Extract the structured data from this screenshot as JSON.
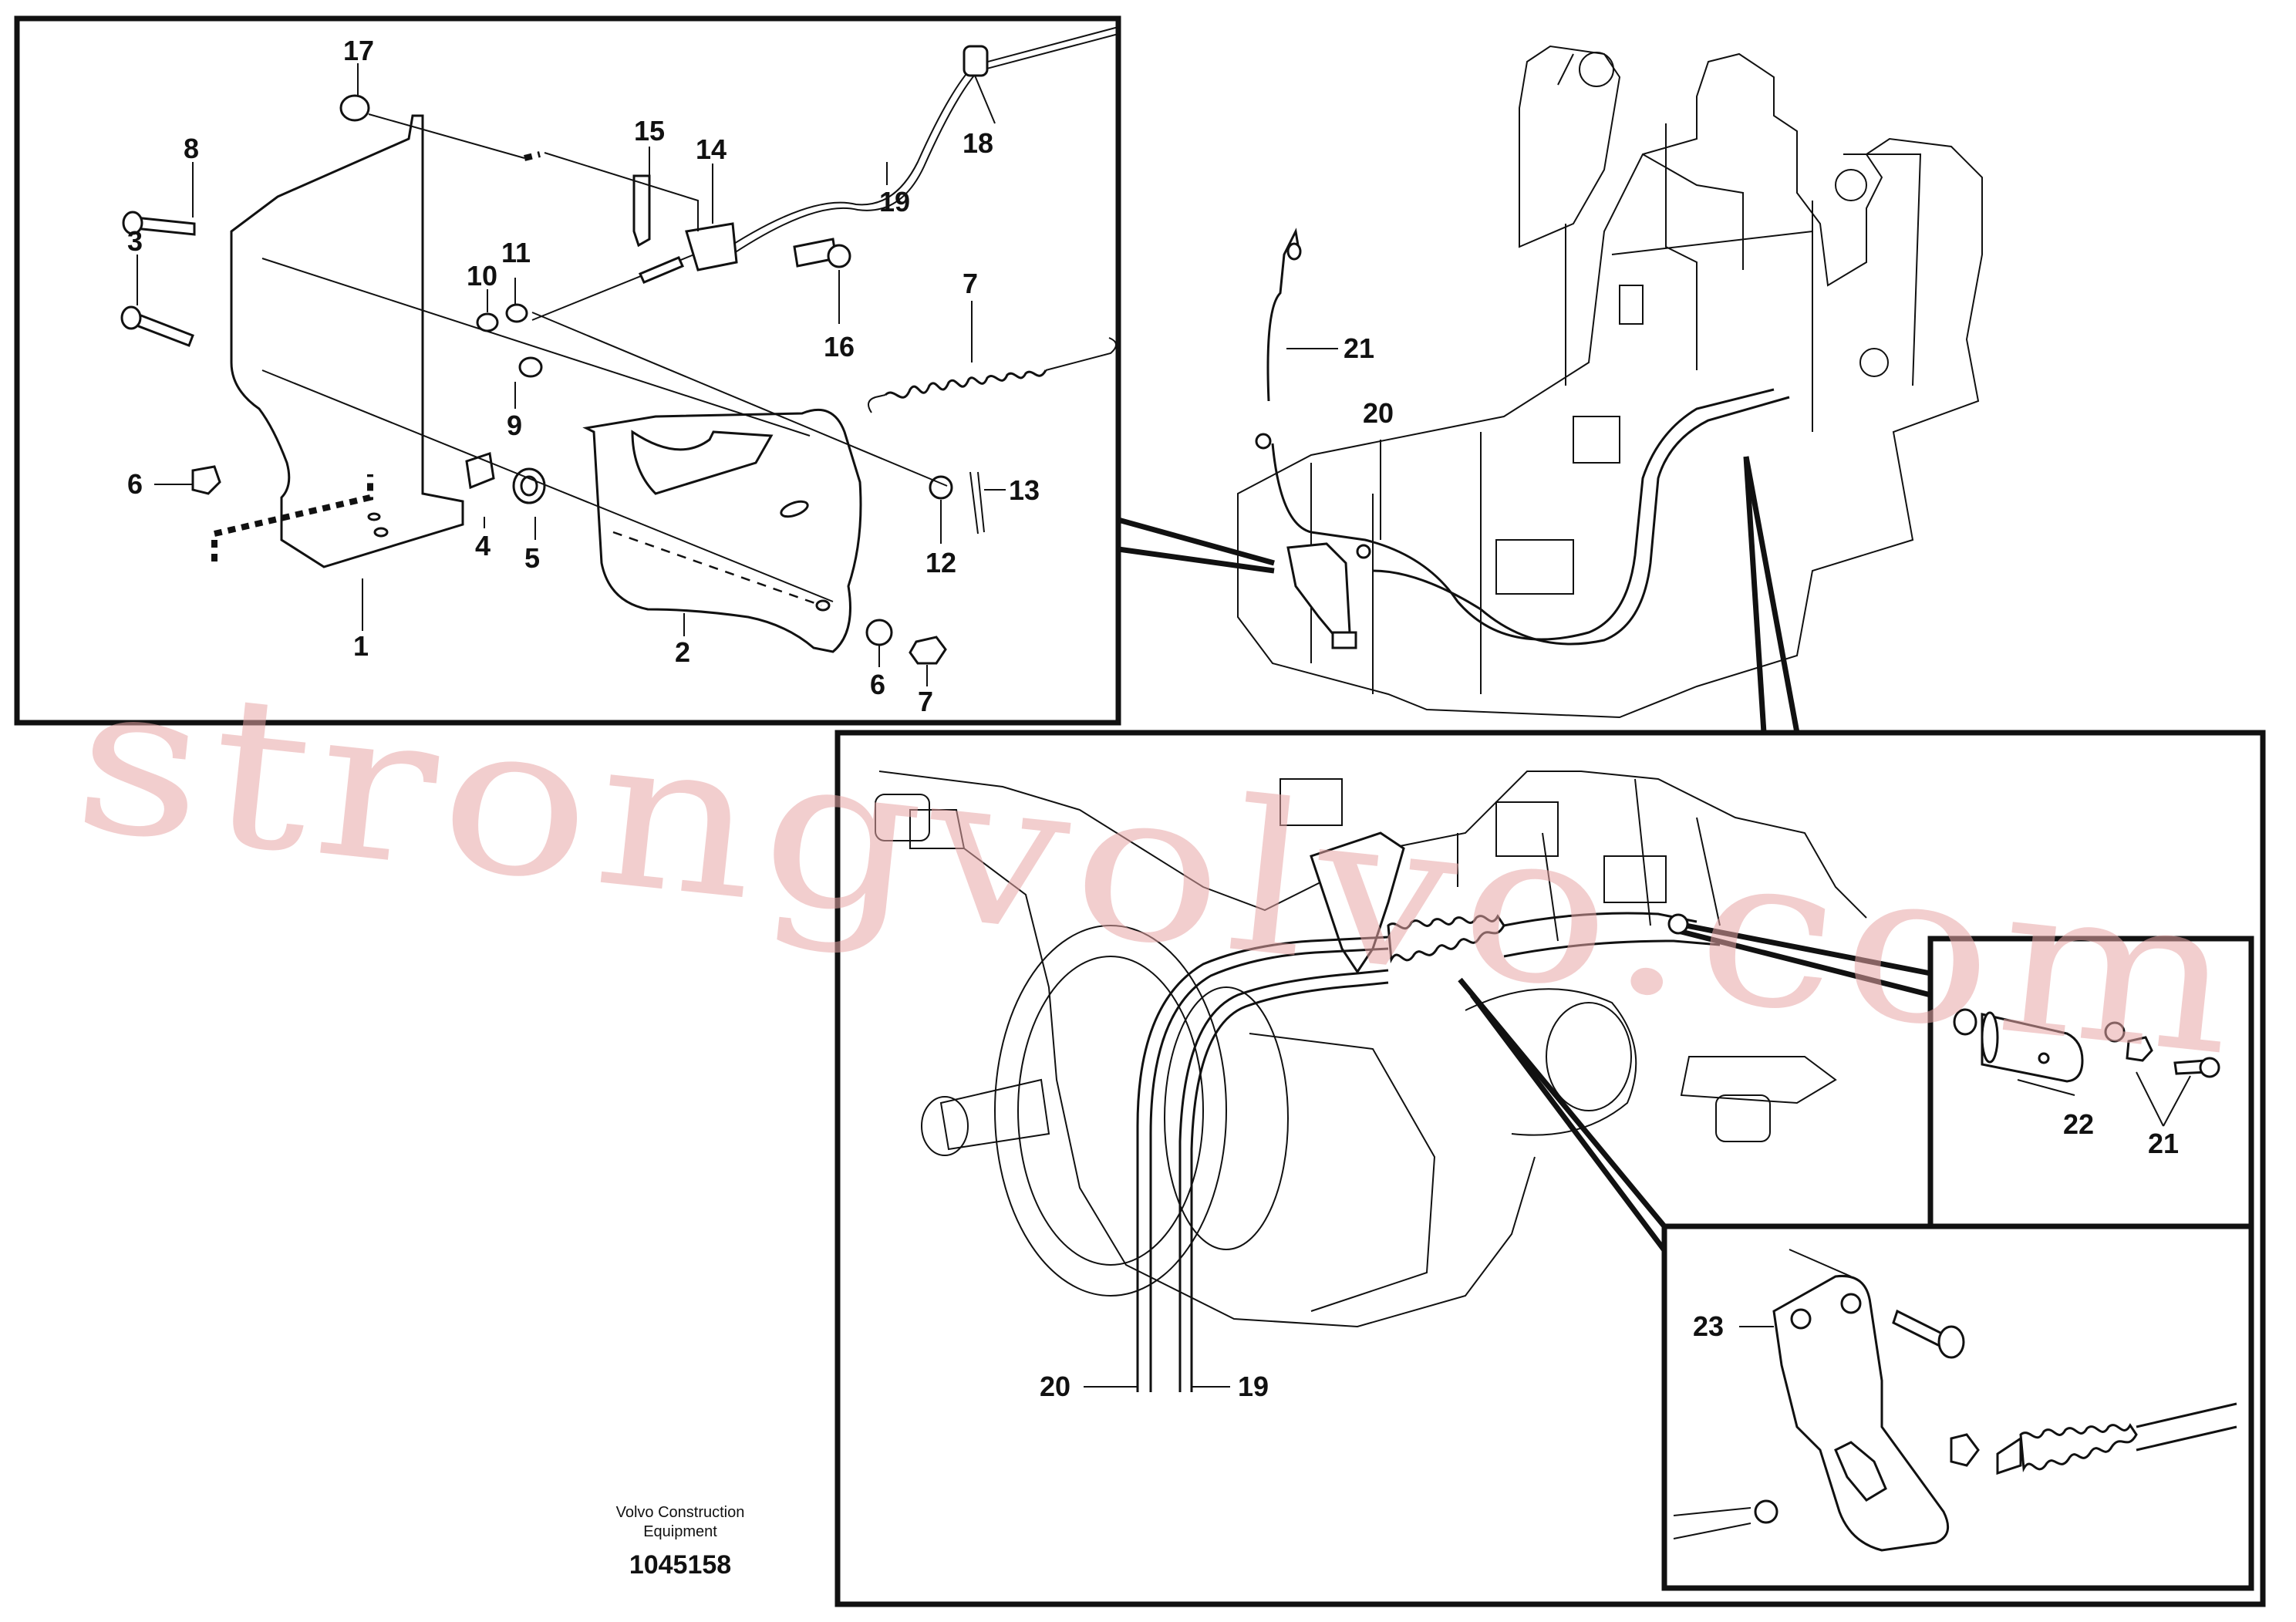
{
  "callouts": {
    "c1": "1",
    "c2": "2",
    "c3": "3",
    "c4": "4",
    "c5": "5",
    "c6a": "6",
    "c6b": "6",
    "c7a": "7",
    "c7b": "7",
    "c8": "8",
    "c9": "9",
    "c10": "10",
    "c11": "11",
    "c12": "12",
    "c13": "13",
    "c14": "14",
    "c15": "15",
    "c16": "16",
    "c17": "17",
    "c18": "18",
    "c19a": "19",
    "c19b": "19",
    "c20a": "20",
    "c20b": "20",
    "c21a": "21",
    "c21b": "21",
    "c22": "22",
    "c23": "23"
  },
  "footer": {
    "maker_line1": "Volvo Construction",
    "maker_line2": "Equipment",
    "doc_number": "1045158"
  },
  "watermark": "strongvolvo.com",
  "colors": {
    "line": "#111111",
    "watermark": "#e7a5a5",
    "background": "#ffffff"
  }
}
